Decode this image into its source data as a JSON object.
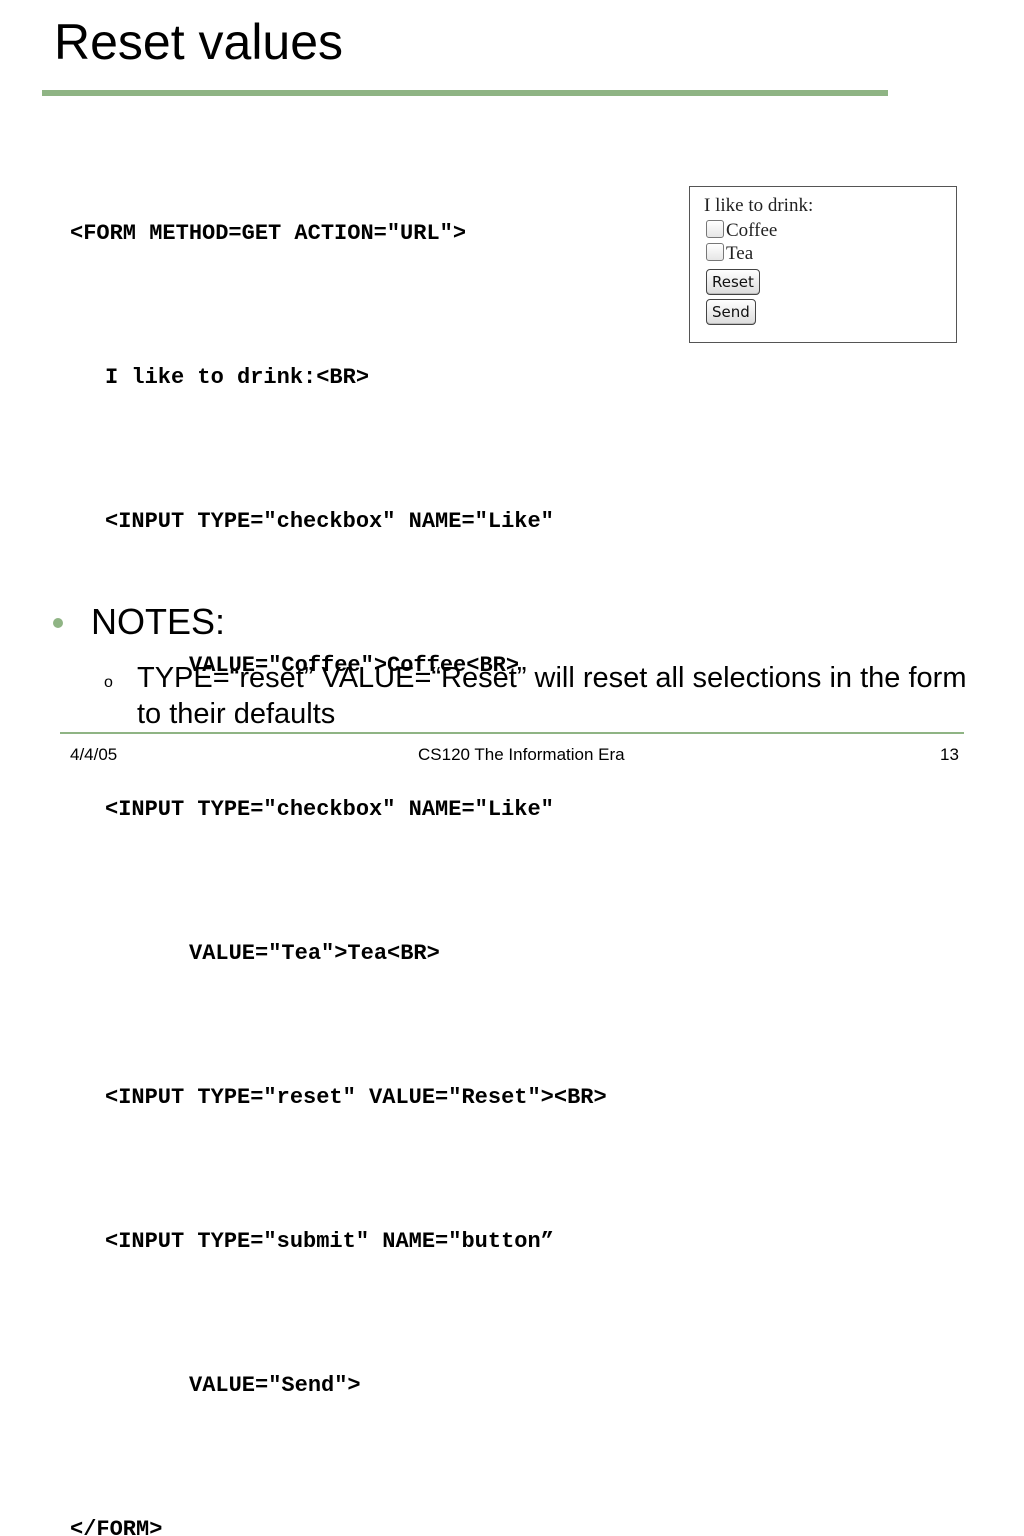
{
  "slide": {
    "title": "Reset values",
    "code_lines": [
      "<FORM METHOD=GET ACTION=\"URL\">",
      "I like to drink:<BR>",
      "<INPUT TYPE=\"checkbox\" NAME=\"Like\"",
      "VALUE=\"Coffee\">Coffee<BR>",
      "<INPUT TYPE=\"checkbox\" NAME=\"Like\"",
      "VALUE=\"Tea\">Tea<BR>",
      "<INPUT TYPE=\"reset\" VALUE=\"Reset\"><BR>",
      "<INPUT TYPE=\"submit\" NAME=\"button”",
      "VALUE=\"Send\">",
      "</FORM>"
    ],
    "demo": {
      "prompt": "I like to drink:",
      "options": [
        "Coffee",
        "Tea"
      ],
      "reset_label": "Reset",
      "send_label": "Send"
    },
    "notes_heading": "NOTES:",
    "notes_marker": "o",
    "notes_items": [
      "TYPE=“reset” VALUE=“Reset” will reset all selections in the form to their defaults"
    ]
  },
  "footer": {
    "date": "4/4/05",
    "course": "CS120 The Information Era",
    "page_number": "13"
  },
  "colors": {
    "accent": "#8fb484"
  }
}
